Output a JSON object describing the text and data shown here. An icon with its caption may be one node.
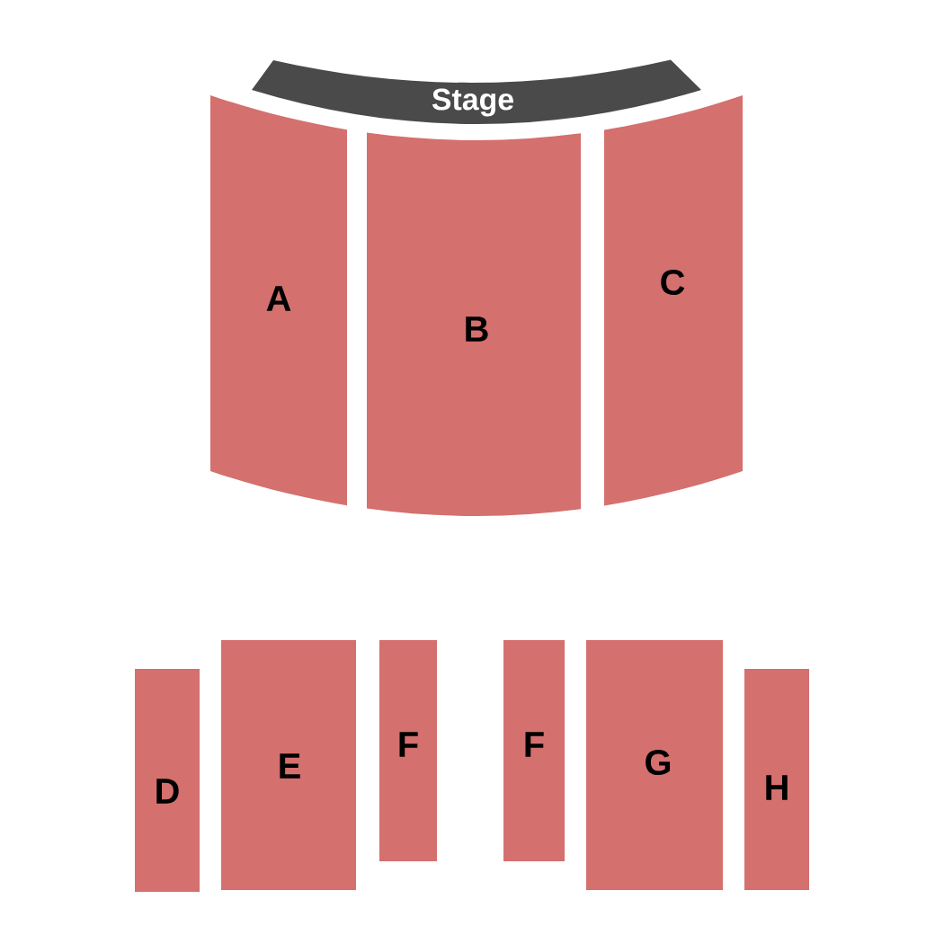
{
  "diagram": {
    "nodes": [
      {
        "text": [
          "Stage"
        ]
      },
      {
        "text": [
          "A"
        ]
      },
      {
        "text": [
          "B"
        ]
      },
      {
        "text": [
          "C"
        ]
      },
      {
        "text": [
          "D"
        ]
      },
      {
        "text": [
          "E"
        ]
      },
      {
        "text": [
          "F"
        ]
      },
      {
        "text": [
          "F"
        ]
      },
      {
        "text": [
          "G"
        ]
      },
      {
        "text": [
          "H"
        ]
      }
    ]
  }
}
